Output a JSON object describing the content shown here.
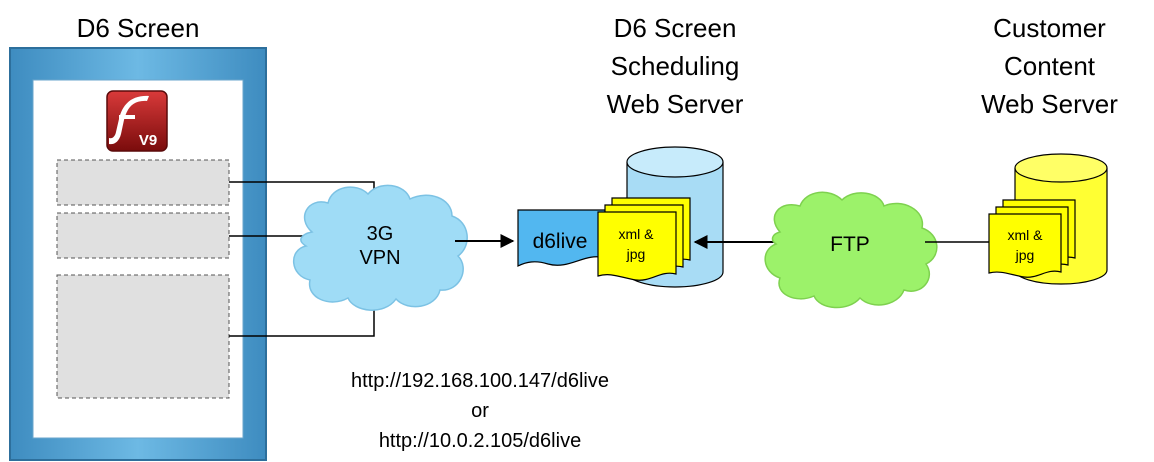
{
  "screen": {
    "title": "D6 Screen",
    "flash_badge": "V9"
  },
  "scheduling_server": {
    "title_lines": [
      "D6 Screen",
      "Scheduling",
      "Web Server"
    ],
    "folder_label": "d6live",
    "files_label_lines": [
      "xml &",
      "jpg"
    ]
  },
  "content_server": {
    "title_lines": [
      "Customer",
      "Content",
      "Web Server"
    ],
    "files_label_lines": [
      "xml &",
      "jpg"
    ]
  },
  "vpn_cloud": {
    "label_lines": [
      "3G",
      "VPN"
    ]
  },
  "ftp_cloud": {
    "label": "FTP"
  },
  "urls": {
    "line1": "http://192.168.100.147/d6live",
    "line2": "or",
    "line3": "http://10.0.2.105/d6live"
  },
  "colors": {
    "screen_frame": "#4f9fd0",
    "cloud_blue": "#9fdcf6",
    "cloud_green": "#9cf26a",
    "db_blue": "#a8dcf5",
    "db_yellow": "#ffff33",
    "file_yellow": "#ffff00",
    "flash_red": "#b01a1a"
  }
}
